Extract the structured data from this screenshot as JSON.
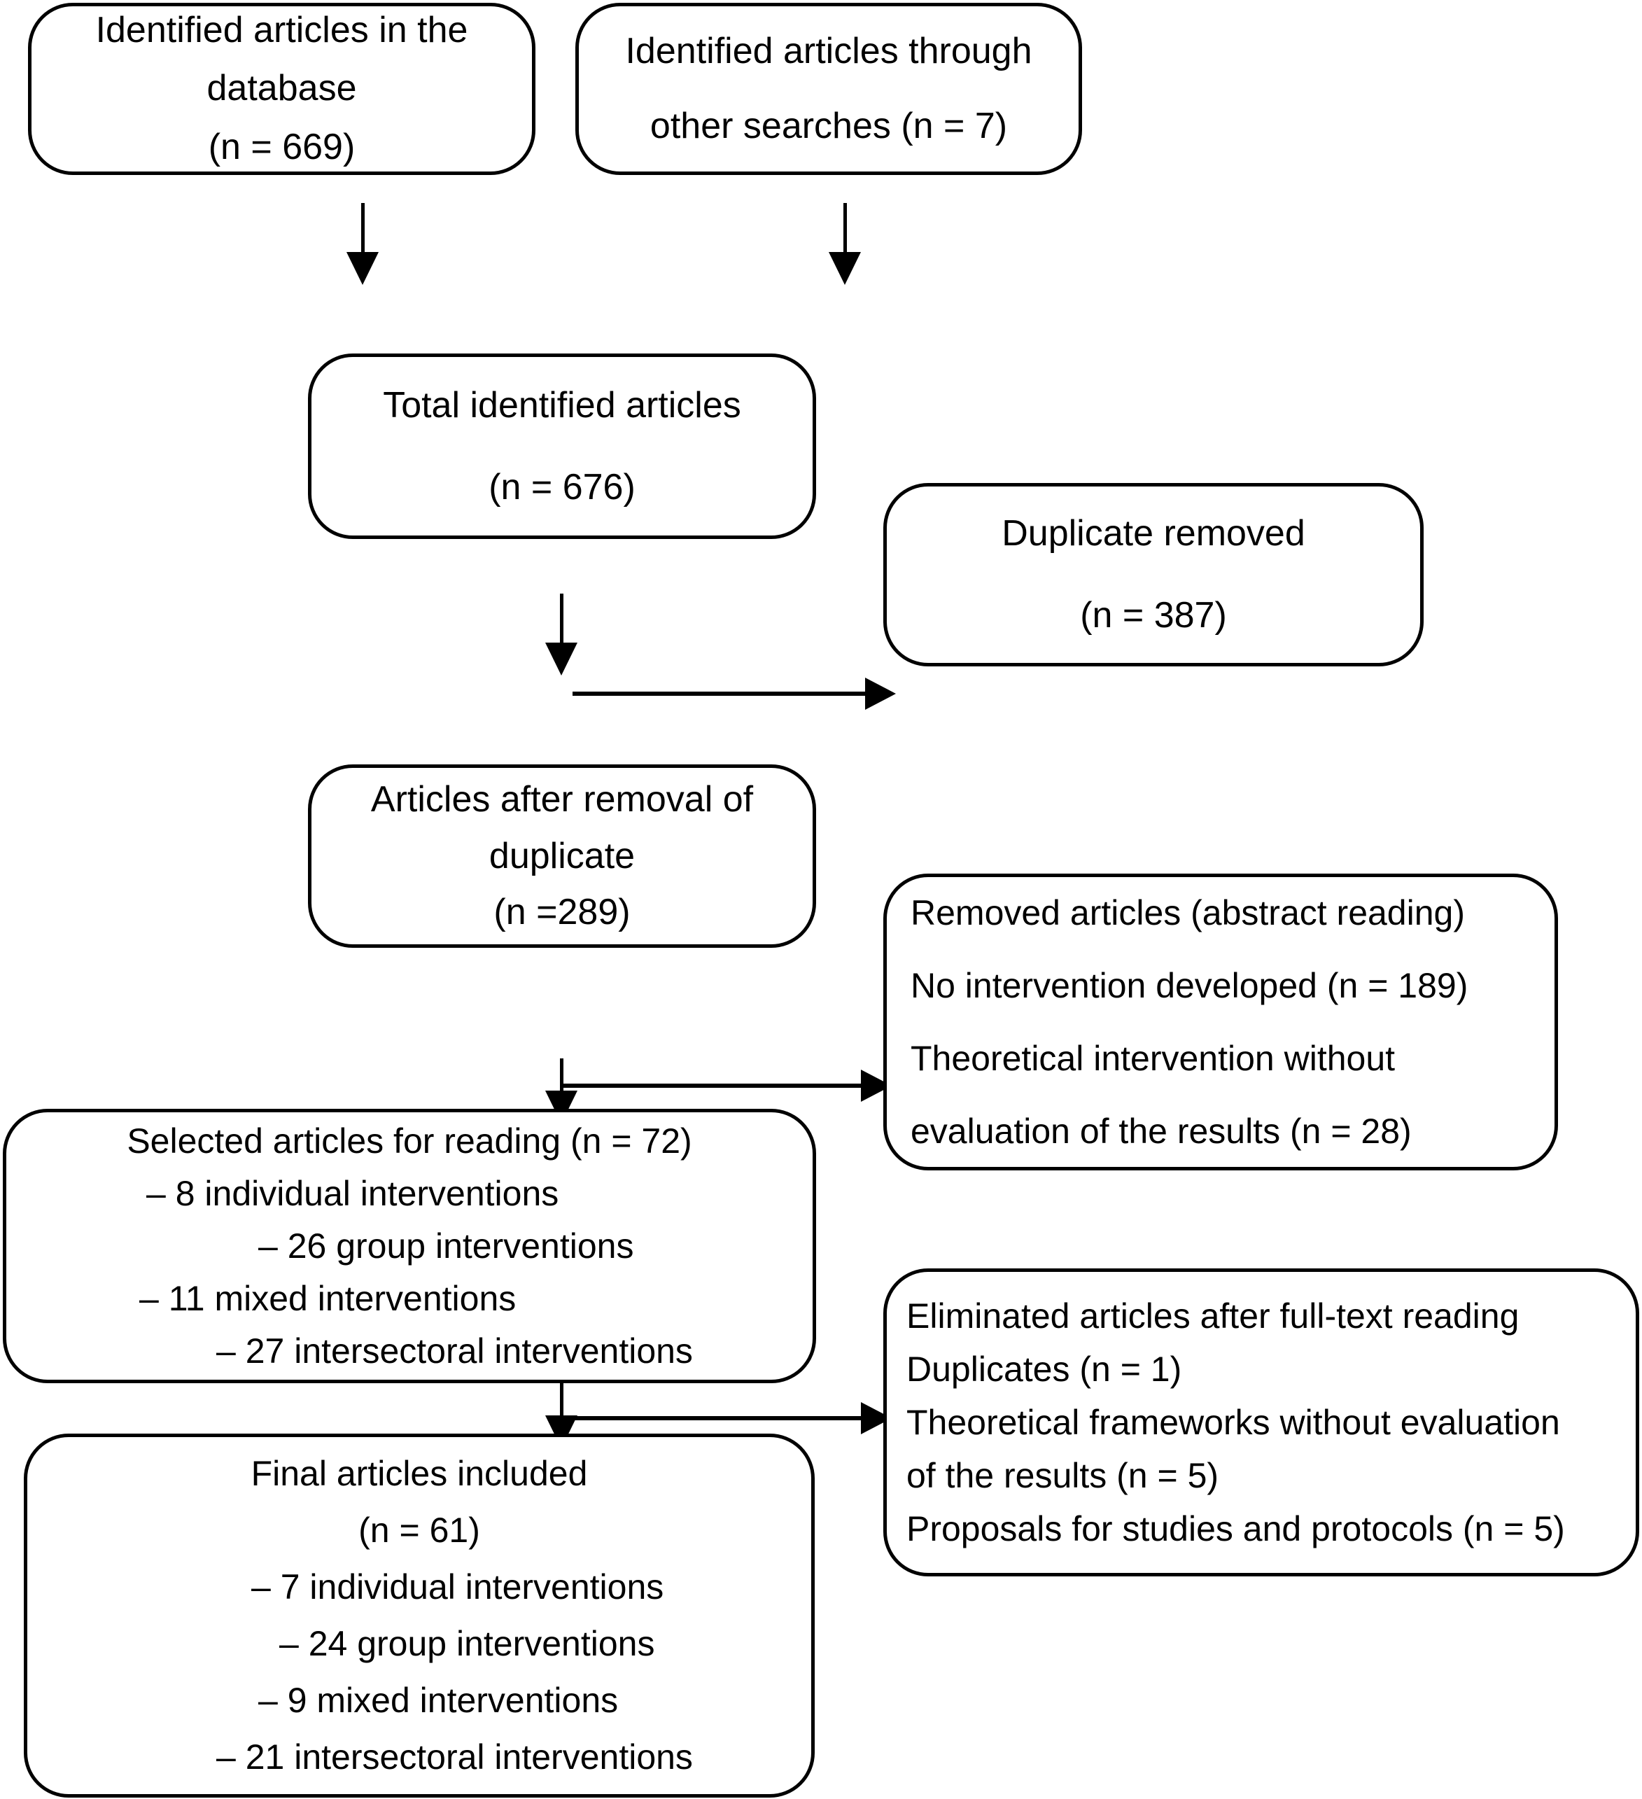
{
  "diagram": {
    "type": "prisma-flow-diagram",
    "nodes": {
      "identified_database": {
        "lines": [
          "Identified articles in the",
          "database",
          "(n = 669)"
        ]
      },
      "identified_other": {
        "lines": [
          "Identified articles through",
          "other searches (n = 7)"
        ]
      },
      "total_identified": {
        "lines": [
          "Total identified articles",
          "(n = 676)"
        ]
      },
      "duplicate_removed": {
        "lines": [
          "Duplicate removed",
          "(n = 387)"
        ]
      },
      "after_removal_duplicate": {
        "lines": [
          "Articles after removal of",
          "duplicate",
          "(n =289)"
        ]
      },
      "removed_abstract_reading": {
        "lines": [
          "Removed articles (abstract reading)",
          "No intervention developed (n = 189)",
          "Theoretical intervention without",
          "evaluation of the results (n = 28)"
        ]
      },
      "selected_for_reading": {
        "lines": [
          "Selected articles for reading (n = 72)",
          "– 8 individual interventions",
          "– 26 group interventions",
          "– 11 mixed interventions",
          "– 27 intersectoral interventions"
        ]
      },
      "eliminated_fulltext": {
        "lines": [
          "Eliminated articles after full-text reading",
          "Duplicates (n = 1)",
          "Theoretical frameworks without evaluation",
          "of the results (n = 5)",
          "Proposals for studies and protocols (n = 5)"
        ]
      },
      "final_included": {
        "lines": [
          "Final articles included",
          "(n = 61)",
          "– 7 individual interventions",
          "– 24 group interventions",
          "– 9 mixed interventions",
          "– 21 intersectoral interventions"
        ]
      }
    },
    "counts": {
      "identified_database": 669,
      "identified_other_searches": 7,
      "total_identified": 676,
      "duplicate_removed": 387,
      "after_removal_of_duplicate": 289,
      "no_intervention_developed": 189,
      "theoretical_intervention_no_evaluation": 28,
      "selected_for_reading": 72,
      "selected_individual": 8,
      "selected_group": 26,
      "selected_mixed": 11,
      "selected_intersectoral": 27,
      "eliminated_duplicates": 1,
      "eliminated_theoretical_frameworks": 5,
      "eliminated_proposals_protocols": 5,
      "final_included": 61,
      "final_individual": 7,
      "final_group": 24,
      "final_mixed": 9,
      "final_intersectoral": 21
    },
    "colors": {
      "stroke": "#000000",
      "fill": "#ffffff",
      "text": "#000000"
    }
  }
}
